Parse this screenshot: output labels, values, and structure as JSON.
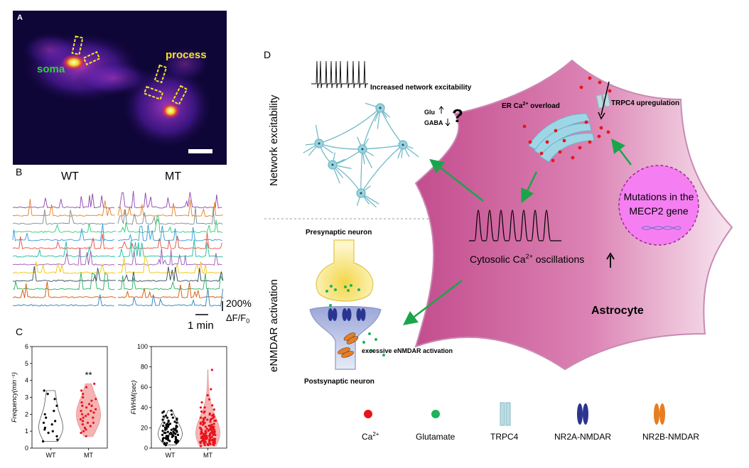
{
  "panels": {
    "a": {
      "letter": "A",
      "soma": "soma",
      "process": "process"
    },
    "b": {
      "letter": "B",
      "wt": "WT",
      "mt": "MT",
      "scale_y_value": "200%",
      "scale_y_unit": "ΔF/F",
      "scale_y_sub": "0",
      "scale_x": "1 min"
    },
    "c": {
      "letter": "C"
    },
    "d": {
      "letter": "D",
      "network_excitability": "Network excitability",
      "enmdar_activation": "eNMDAR activation",
      "increased_network_excitability": "Increased network excitability",
      "glu": "Glu",
      "gaba": "GABA",
      "question": "?",
      "er_overload": "ER Ca",
      "er_overload_sup": "2+",
      "er_overload_suffix": " overload",
      "trpc4_upregulation": "TRPC4 upregulation",
      "mecp2_line1": "Mutations in the",
      "mecp2_line2": "MECP2 gene",
      "cytosolic": "Cytosolic Ca",
      "cytosolic_sup": "2+",
      "cytosolic_suffix": " oscillations",
      "astrocyte": "Astrocyte",
      "presynaptic": "Presynaptic neuron",
      "postsynaptic": "Postsynaptic neuron",
      "excessive": "excessive eNMDAR activation"
    },
    "legend": [
      {
        "label": "Ca",
        "sup": "2+",
        "color": "#e8141b",
        "shape": "dot"
      },
      {
        "label": "Glutamate",
        "sup": "",
        "color": "#1db35a",
        "shape": "dot"
      },
      {
        "label": "TRPC4",
        "sup": "",
        "color": "#b9dde3",
        "shape": "channel"
      },
      {
        "label": "NR2A-NMDAR",
        "sup": "",
        "color": "#2b3590",
        "shape": "ellipse"
      },
      {
        "label": "NR2B-NMDAR",
        "sup": "",
        "color": "#e87d22",
        "shape": "ellipse"
      }
    ]
  },
  "chart_data": [
    {
      "type": "scatter",
      "subtype": "violin",
      "categories": [
        "WT",
        "MT"
      ],
      "ylabel": "Frequency(min⁻¹)",
      "ylim": [
        0,
        6
      ],
      "yticks": [
        0,
        1,
        2,
        3,
        4,
        5,
        6
      ],
      "annotation": "**",
      "series": [
        {
          "name": "WT",
          "color": "#000000",
          "values": [
            0.4,
            0.5,
            0.7,
            0.9,
            1.0,
            1.1,
            1.2,
            1.4,
            1.5,
            1.6,
            1.8,
            2.0,
            2.2,
            2.5,
            2.9,
            3.2,
            3.4
          ]
        },
        {
          "name": "MT",
          "color": "#e8141b",
          "values": [
            0.7,
            0.9,
            1.0,
            1.1,
            1.2,
            1.3,
            1.4,
            1.5,
            1.5,
            1.6,
            1.7,
            1.8,
            1.8,
            1.9,
            2.0,
            2.0,
            2.1,
            2.2,
            2.2,
            2.3,
            2.4,
            2.5,
            2.5,
            2.6,
            2.7,
            2.8,
            2.9,
            3.0,
            3.2,
            3.4,
            3.6,
            3.8
          ]
        }
      ]
    },
    {
      "type": "scatter",
      "subtype": "violin",
      "categories": [
        "WT",
        "MT"
      ],
      "ylabel": "FWHM(sec)",
      "ylim": [
        0,
        100
      ],
      "yticks": [
        0,
        20,
        40,
        60,
        80,
        100
      ],
      "series": [
        {
          "name": "WT",
          "color": "#000000",
          "values": [
            3,
            4,
            5,
            5,
            6,
            6,
            7,
            7,
            8,
            8,
            8,
            9,
            9,
            10,
            10,
            10,
            11,
            11,
            12,
            12,
            12,
            13,
            13,
            14,
            14,
            15,
            15,
            15,
            16,
            16,
            17,
            17,
            18,
            18,
            19,
            19,
            20,
            20,
            21,
            21,
            22,
            22,
            23,
            24,
            25,
            26,
            27,
            28,
            29,
            30,
            31,
            32,
            33,
            35,
            36,
            37,
            5,
            6,
            7,
            8,
            9,
            10,
            11,
            12,
            13,
            14,
            15,
            16,
            17,
            18,
            19,
            20,
            21,
            22,
            23,
            24,
            25,
            26,
            28,
            30
          ]
        },
        {
          "name": "MT",
          "color": "#e8141b",
          "values": [
            2,
            3,
            3,
            4,
            4,
            5,
            5,
            5,
            6,
            6,
            6,
            7,
            7,
            7,
            8,
            8,
            8,
            8,
            9,
            9,
            9,
            9,
            10,
            10,
            10,
            10,
            11,
            11,
            11,
            11,
            12,
            12,
            12,
            12,
            13,
            13,
            13,
            14,
            14,
            14,
            15,
            15,
            15,
            16,
            16,
            16,
            17,
            17,
            18,
            18,
            19,
            19,
            20,
            20,
            21,
            21,
            22,
            22,
            23,
            24,
            25,
            26,
            27,
            28,
            29,
            30,
            31,
            32,
            33,
            34,
            35,
            36,
            38,
            40,
            42,
            45,
            48,
            52,
            58,
            3,
            4,
            5,
            6,
            7,
            8,
            9,
            10,
            11,
            12,
            13,
            14,
            15,
            16,
            17,
            18,
            19,
            20,
            21,
            22,
            23,
            24,
            25,
            26,
            27,
            28,
            29,
            30,
            5,
            6,
            7,
            8,
            9,
            10,
            11,
            12,
            13,
            14,
            15,
            16,
            17,
            18,
            19,
            20,
            22,
            24,
            26,
            28,
            30,
            33,
            36,
            40,
            77
          ]
        }
      ]
    }
  ]
}
